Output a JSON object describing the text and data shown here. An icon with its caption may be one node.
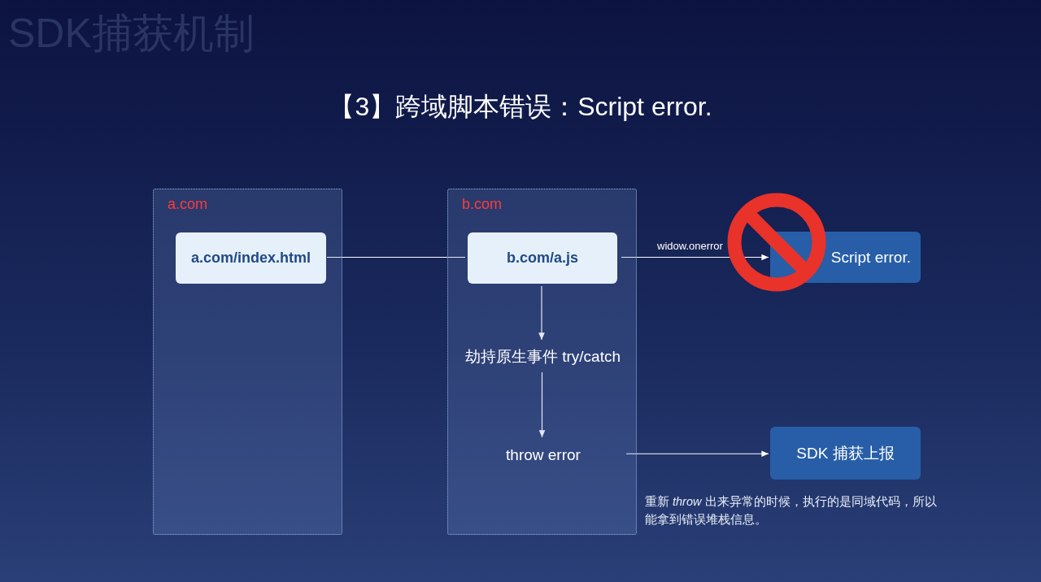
{
  "diagram": {
    "title": "【3】跨域脚本错误：Script error.",
    "nodes": [
      {
        "text": [
          "a.com"
        ]
      },
      {
        "text": [
          "a.com/index.html"
        ],
        "in": 0
      },
      {
        "text": [
          "b.com"
        ]
      },
      {
        "text": [
          "b.com/a.js"
        ],
        "in": 2
      },
      {
        "text": [
          "劫持原生事件 try/catch"
        ],
        "in": 2
      },
      {
        "text": [
          "throw error"
        ],
        "in": 2
      },
      {
        "text": [
          "Script error."
        ]
      },
      {
        "text": [
          "SDK 捕获上报"
        ],
        "beside": [
          "重新 *throw* 出来异常的时候，执行的是同域代码，所以能拿到错误堆栈信息。"
        ]
      }
    ],
    "edges": [
      {
        "from": 1,
        "to": 3,
        "arrow": "none"
      },
      {
        "from": 3,
        "to": 6,
        "arrow": "to",
        "label": "widow.onerror"
      },
      {
        "from": 3,
        "to": 4,
        "arrow": "to"
      },
      {
        "from": 4,
        "to": 5,
        "arrow": "to"
      },
      {
        "from": 5,
        "to": 7,
        "arrow": "to"
      }
    ],
    "labels": [
      "SDK捕获机制"
    ]
  }
}
